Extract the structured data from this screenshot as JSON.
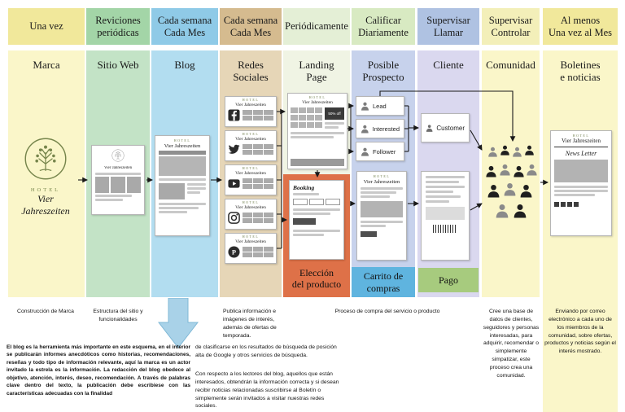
{
  "columns": [
    {
      "id": "marca",
      "header": "Una vez",
      "category": "Marca",
      "footer": "Construcción de Marca"
    },
    {
      "id": "sitio-web",
      "header": "Reviciones\nperiódicas",
      "category": "Sitio Web",
      "footer": "Estructura del sitio y funcionalidades"
    },
    {
      "id": "blog",
      "header": "Cada semana\nCada Mes",
      "category": "Blog"
    },
    {
      "id": "redes-sociales",
      "header": "Cada semana\nCada Mes",
      "category": "Redes\nSociales",
      "footer": "Publica información e imágenes de interés, además de ofertas de temporada."
    },
    {
      "id": "landing-page",
      "header": "Periódicamente",
      "category": "Landing\nPage",
      "stage": "Elección\ndel producto"
    },
    {
      "id": "posible-prospecto",
      "header": "Calificar\nDiariamente",
      "category": "Posible\nProspecto",
      "stage": "Carrito de\ncompras",
      "cards": [
        "Lead",
        "Interested",
        "Follower"
      ]
    },
    {
      "id": "cliente",
      "header": "Supervisar\nLlamar",
      "category": "Cliente",
      "stage": "Pago",
      "cards": [
        "Customer"
      ]
    },
    {
      "id": "comunidad",
      "header": "Supervisar\nControlar",
      "category": "Comunidad",
      "footer": "Cree una base de datos de clientes, seguidores y personas interesadas, para adquirir, recomendar o simplemente simpatizar, este proceso crea una comunidad."
    },
    {
      "id": "boletines",
      "header": "Al menos\nUna vez al Mes",
      "category": "Boletines\ne noticias",
      "footer": "Enviando por correo electrónico a cada uno de los miembros de la comunidad, sobre ofertas, productos y noticias según el interés mostrado."
    }
  ],
  "brand": {
    "hotel": "HOTEL",
    "name": "Vier Jahreszeiten"
  },
  "mockups": {
    "booking_title": "Booking",
    "landing_badge": "50% off",
    "newsletter_title": "News Letter",
    "pinterest_glyph": "P",
    "social_networks": [
      "Facebook",
      "Twitter",
      "YouTube",
      "Instagram",
      "Pinterest"
    ]
  },
  "notes": {
    "purchase_process": "Proceso de compra del servicio o producto",
    "blog_paragraph": "El blog es la herramienta más importante en este esquema, en el interior se publicarán informes anecdóticos como historias, recomendaciones, reseñas y todo tipo de información relevante, aquí la marca es un actor invitado la estrela es la información. La redacción del blog obedece al objetivo, atención, interés, deseo, recomendación. A través de palabras clave dentro del texto, la publicación debe escribiese con las características adecuadas con la finalidad",
    "seo_paragraph_1": "de clasificarse en los resultados de búsqueda de posición alta de Google y otros servicios de búsqueda.",
    "seo_paragraph_2": "Con respecto a los lectores del blog, aquellos que están interesados, obtendrán la información correcta y si desean recibir noticias relacionadas suscribirse al Boletín o simplemente serán invitados a visitar nuestras redes sociales."
  },
  "colors": {
    "yellow_header": "#F1E89B",
    "yellow_header_light": "#F3EFB9",
    "yellow_body": "#FAF6C9",
    "green_header": "#A3D5A7",
    "green_body": "#C3E3C6",
    "blue_header": "#8FCAE7",
    "blue_body": "#B2DDF0",
    "tan_header": "#D5BB8F",
    "tan_body": "#E6D6B7",
    "palegreen_header": "#E4EFD6",
    "palegreen_body": "#F0F4E4",
    "calificar_header": "#D8EAC2",
    "periwinkle_header": "#AFC2E2",
    "periwinkle_body": "#C7D2EC",
    "lavender_body": "#DAD8EF",
    "orange_stage": "#DE7148",
    "blue_stage": "#5FB4DF",
    "green_stage": "#A7CB7E",
    "arrow_blue": "#A9D2E8",
    "logo_green": "#76854C"
  }
}
